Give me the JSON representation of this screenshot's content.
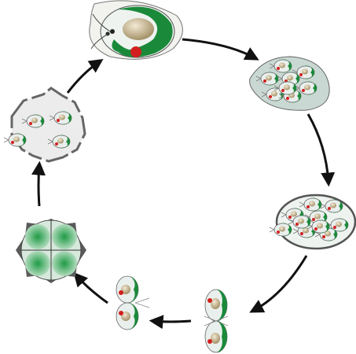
{
  "diagram": {
    "type": "life-cycle",
    "stages": [
      {
        "id": "single-cell",
        "icon": "biflagellate-cell-icon"
      },
      {
        "id": "zoospore-sac",
        "icon": "zoospore-sac-icon",
        "cell_count": 8
      },
      {
        "id": "released-gametes",
        "icon": "gamete-cluster-icon",
        "cell_count": 10
      },
      {
        "id": "gamete-pairing",
        "icon": "mating-pair-icon"
      },
      {
        "id": "zygote-fusion",
        "icon": "fusing-pair-icon"
      },
      {
        "id": "zygospore",
        "icon": "spiny-zygospore-icon",
        "quadrants": 4
      },
      {
        "id": "germination",
        "icon": "germinating-zygospore-icon",
        "cell_count": 4
      }
    ],
    "arrow_count": 7,
    "colors": {
      "chloroplast": "#1a8a3a",
      "nucleus": "#c8b48a",
      "eyespot": "#d21f1f",
      "outline": "#555555",
      "sac_fill": "#c9d8d2",
      "zygospore_wall": "#5a5a5a",
      "arrow": "#111111"
    }
  }
}
